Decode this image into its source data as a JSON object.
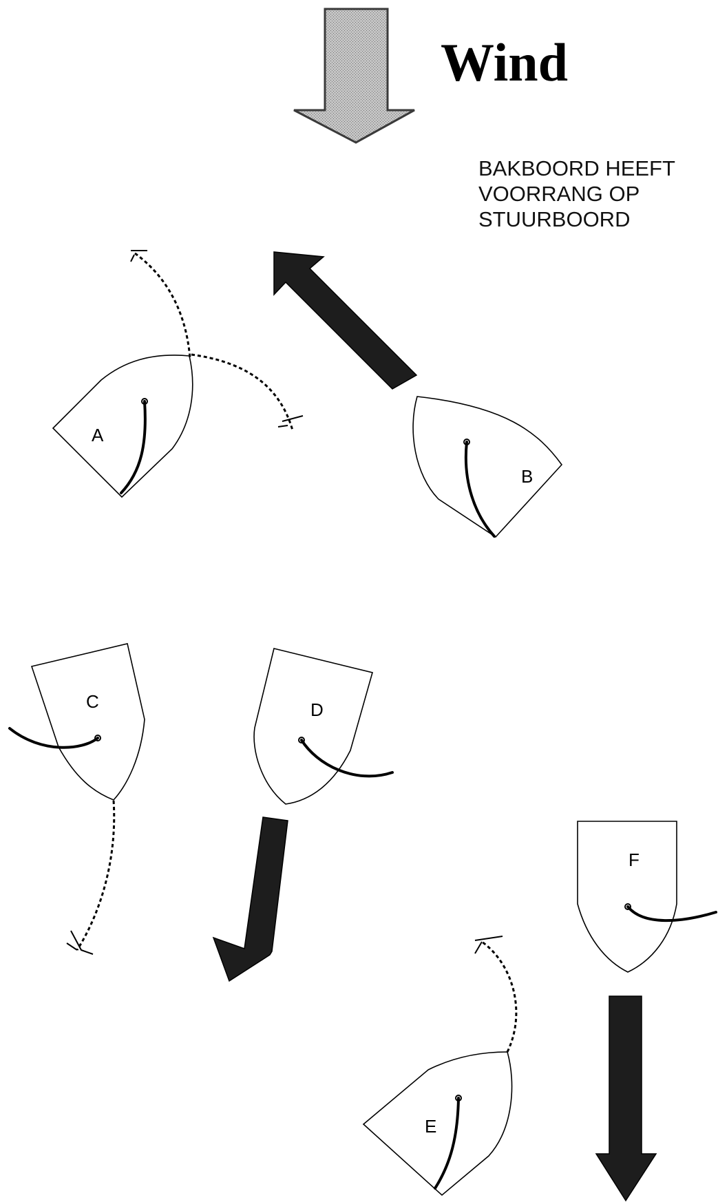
{
  "title": "Wind",
  "rule": {
    "lines": [
      "BAKBOORD HEEFT",
      "VOORRANG OP",
      "STUURBOORD"
    ]
  },
  "boats": {
    "a": "A",
    "b": "B",
    "c": "C",
    "d": "D",
    "e": "E",
    "f": "F"
  },
  "colors": {
    "wind_arrow_fill": "#b5b5b5",
    "course_arrow_fill": "#1d1d1d",
    "line": "#000000",
    "background": "#ffffff"
  }
}
